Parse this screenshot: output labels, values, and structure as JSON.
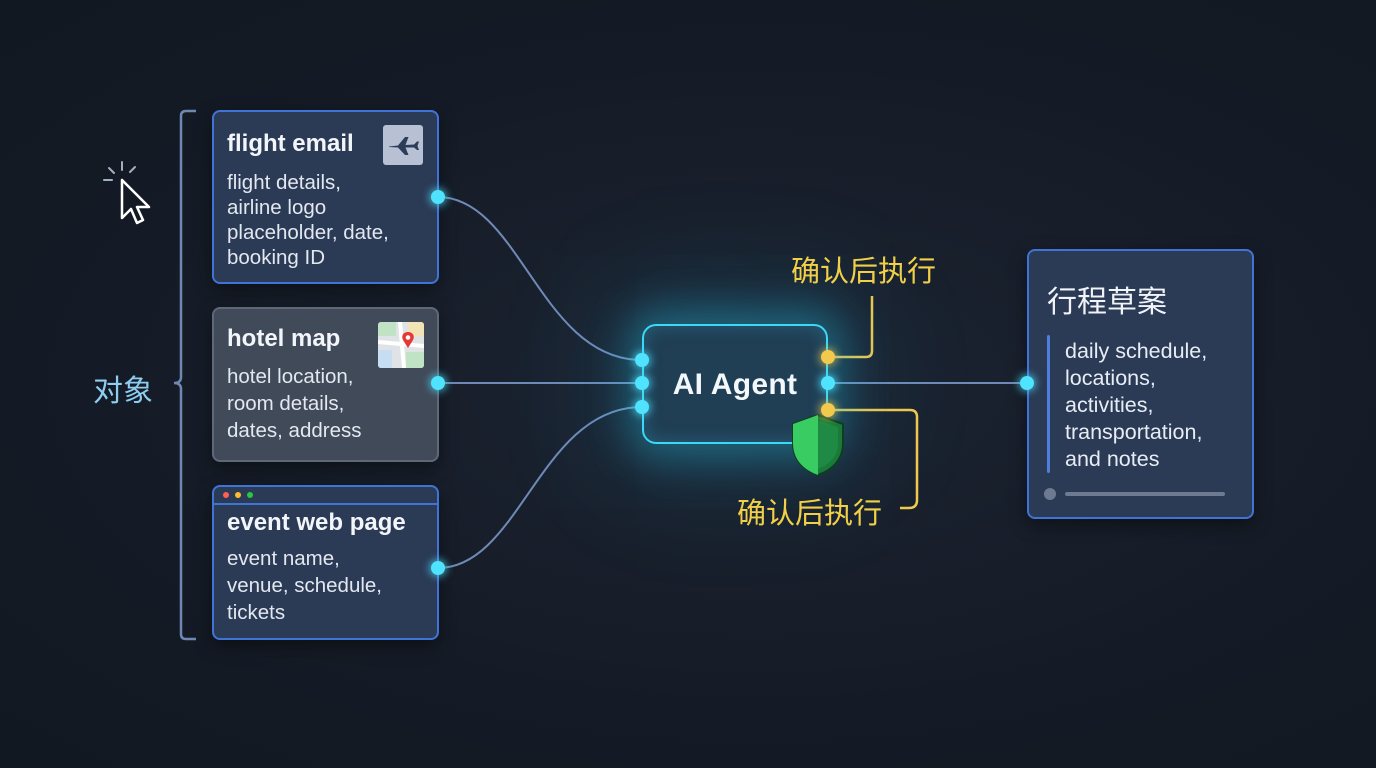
{
  "inputs_label": "对象",
  "cards": {
    "flight": {
      "title": "flight email",
      "body": "flight details,\nairline logo\nplaceholder, date,\nbooking ID",
      "icon": "airplane-icon"
    },
    "hotel": {
      "title": "hotel map",
      "body": "hotel location,\nroom details,\ndates, address",
      "icon": "map-pin-icon"
    },
    "event": {
      "title": "event web page",
      "body": "event name,\nvenue, schedule,\ntickets",
      "icon": "browser-window-icon"
    }
  },
  "agent": {
    "label": "AI Agent",
    "icon": "shield-icon"
  },
  "confirm_top": "确认后执行",
  "confirm_bottom": "确认后执行",
  "output": {
    "title": "行程草案",
    "body": "daily schedule,\nlocations,\nactivities,\ntransportation,\nand notes"
  },
  "colors": {
    "background": "#151b26",
    "card_border": "#3f74d6",
    "cyan_accent": "#4fe3ff",
    "confirm_yellow": "#f1cf48",
    "shield_green": "#2fbe5a",
    "object_label": "#8ccdf0"
  }
}
